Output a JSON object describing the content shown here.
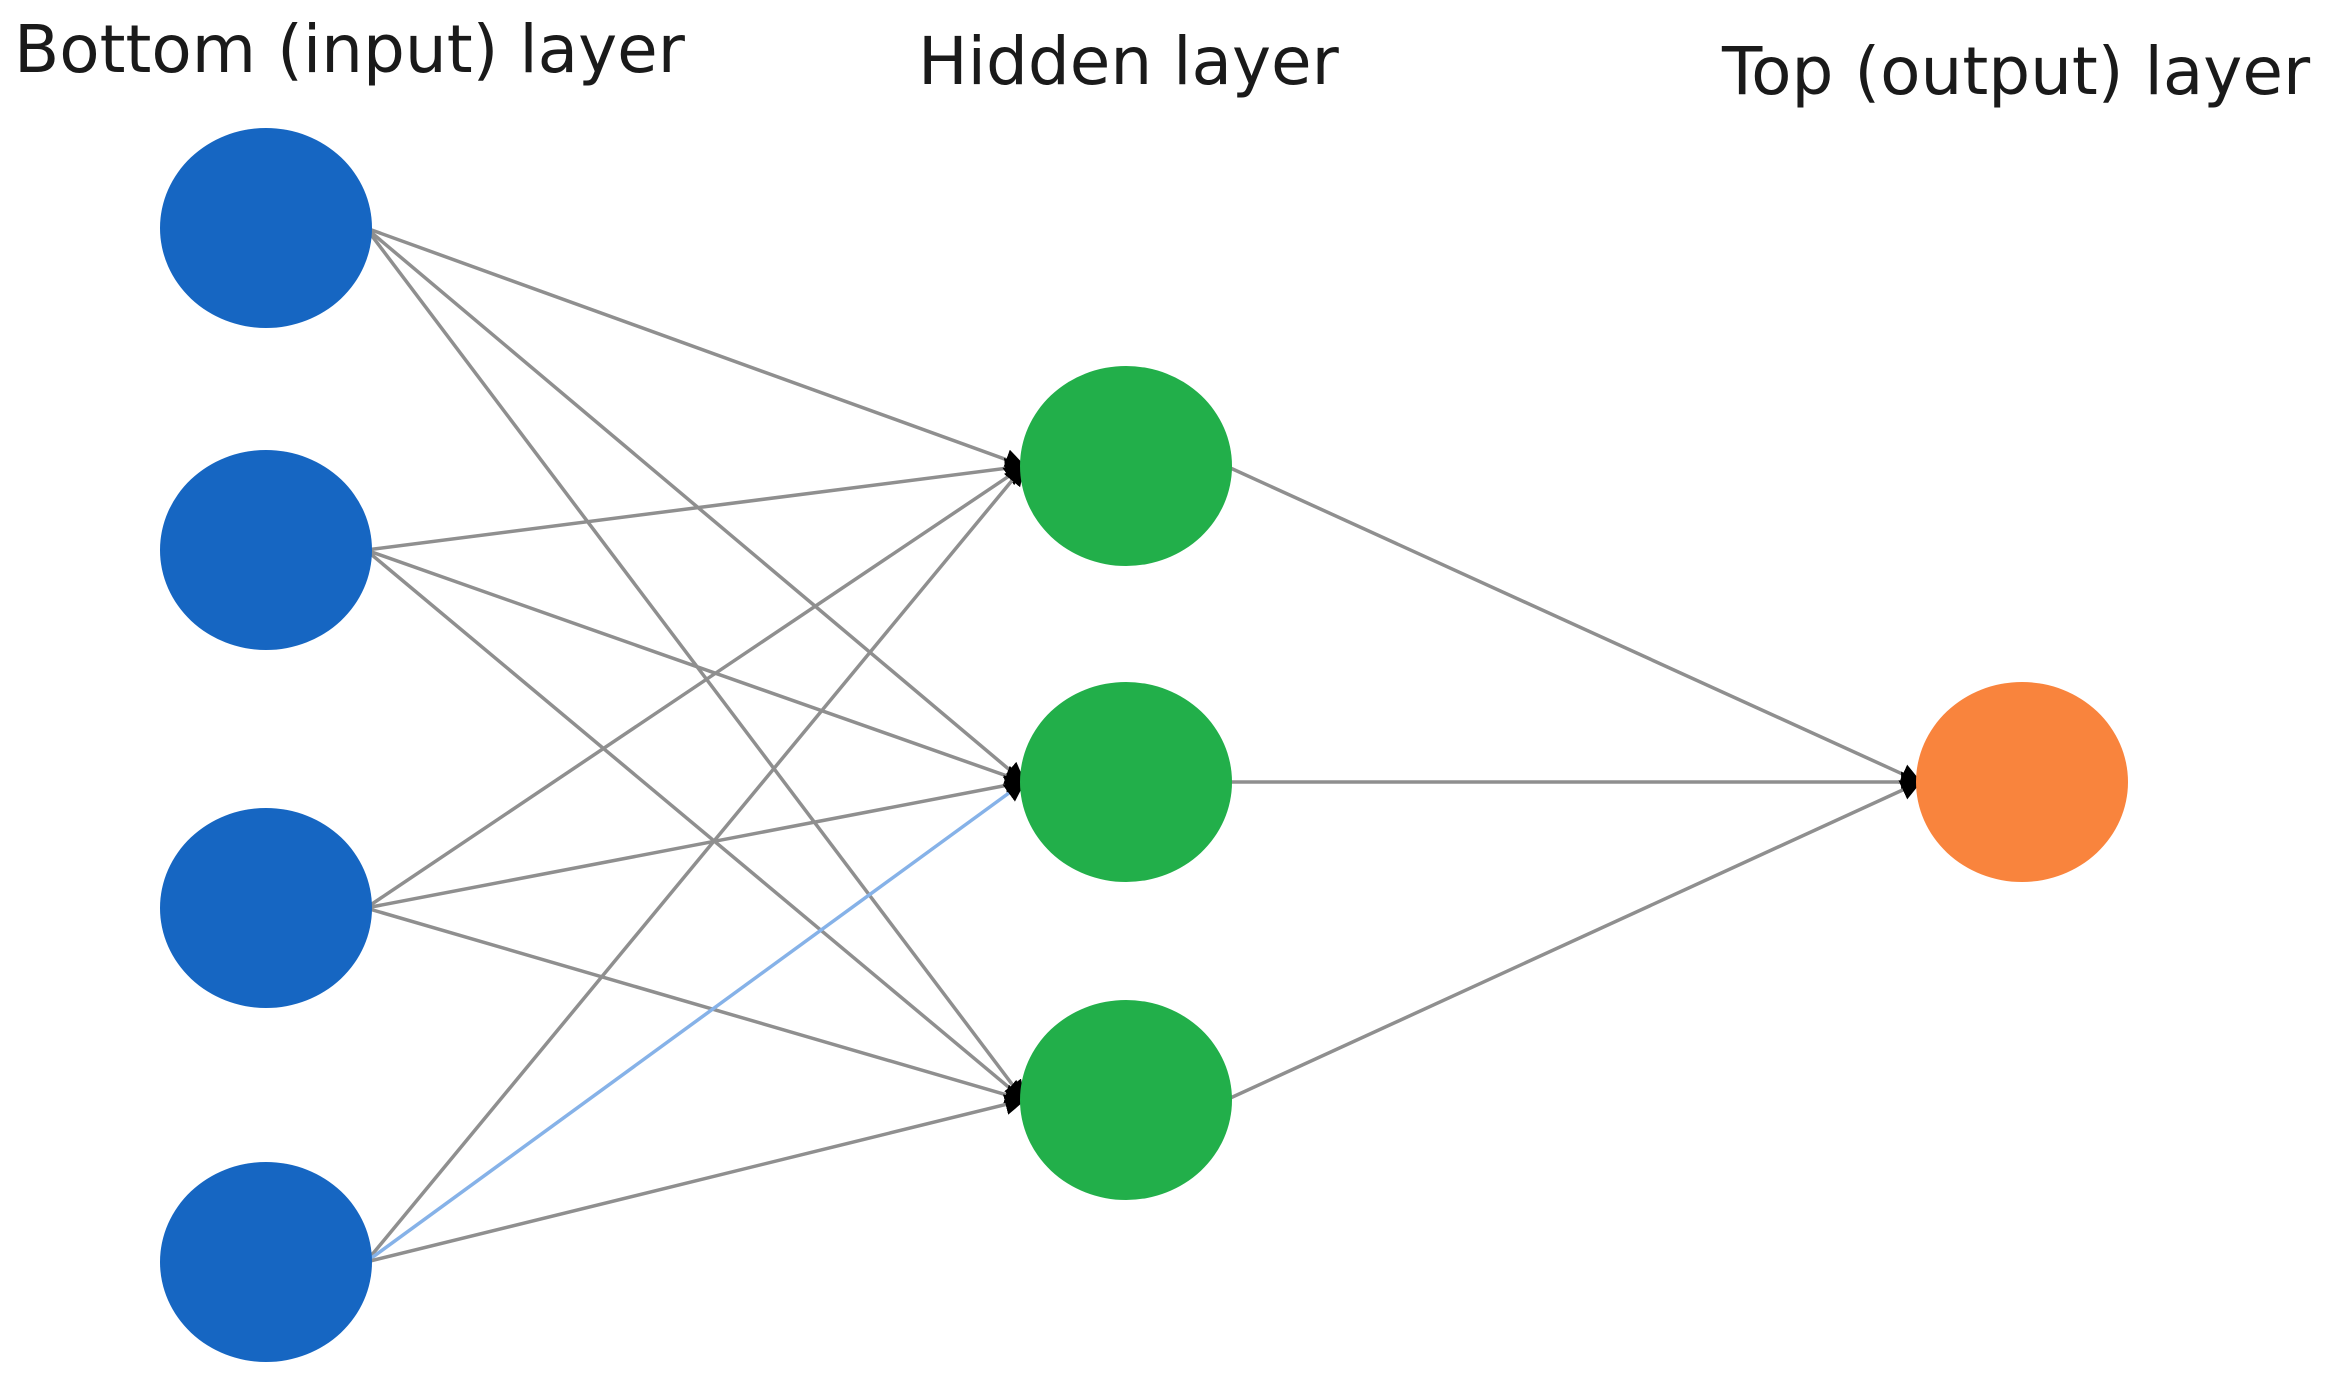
{
  "labels": {
    "input": "Bottom (input) layer",
    "hidden": "Hidden layer",
    "output": "Top (output) layer"
  },
  "colors": {
    "input_node": "#1666c2",
    "hidden_node": "#22af4a",
    "output_node": "#f9843d",
    "edge": "#8f8f8f",
    "edge_highlight": "#86b2e8",
    "arrowhead": "#000000"
  },
  "network": {
    "layers": [
      {
        "id": "input",
        "count": 4
      },
      {
        "id": "hidden",
        "count": 3
      },
      {
        "id": "output",
        "count": 1
      }
    ],
    "highlighted_edge": {
      "from_layer": "input",
      "from": 3,
      "to_layer": "hidden",
      "to": 1
    }
  }
}
